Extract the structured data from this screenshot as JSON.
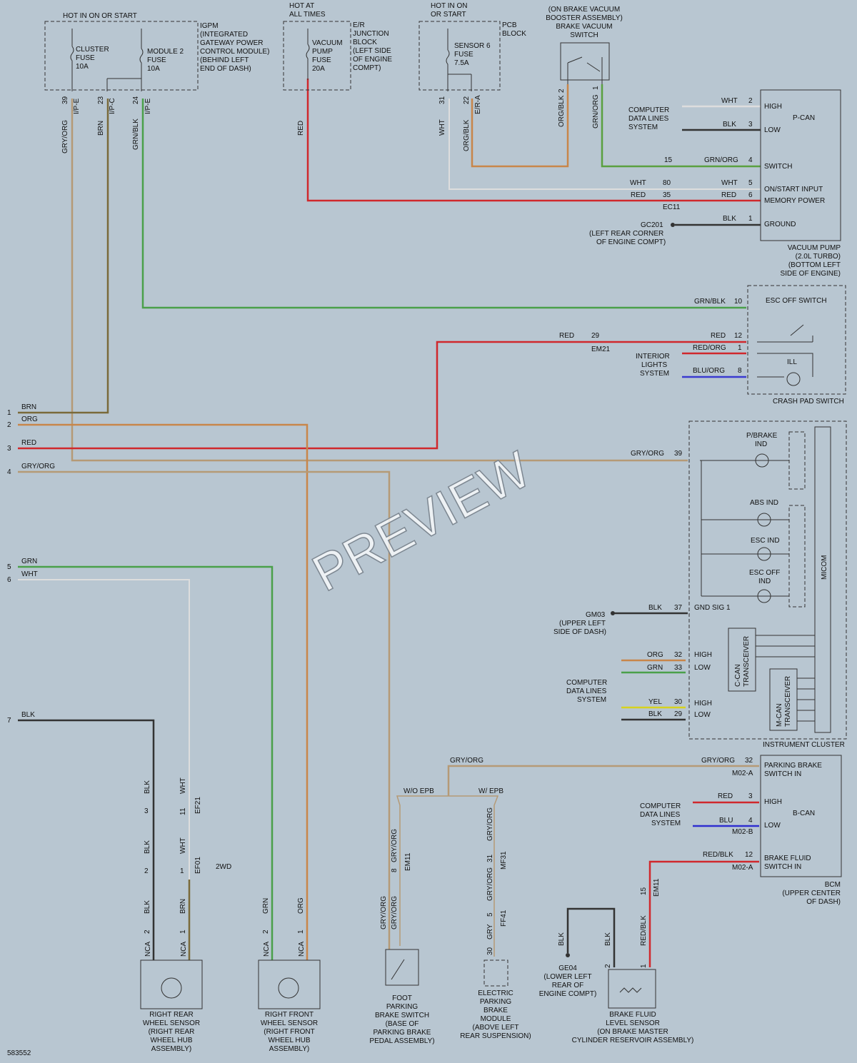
{
  "image_id": "583552",
  "watermark": "PREVIEW",
  "colors": {
    "background": "#b8c6d1",
    "red": "#d0282c",
    "orange": "#c8864a",
    "green": "#4aa04a",
    "brown": "#7a6a3a",
    "black": "#333333",
    "white": "#dddddd",
    "blue": "#2f2fd0",
    "yellow": "#d6d21e",
    "gray_orange": "#b59a76",
    "gray": "#999999"
  },
  "components": {
    "igpm": [
      "IGPM",
      "(INTEGRATED",
      "GATEWAY POWER",
      "CONTROL MODULE)",
      "(BEHIND LEFT",
      "END OF DASH)"
    ],
    "igpm_power": "HOT IN ON OR START",
    "cluster_fuse": [
      "CLUSTER",
      "FUSE",
      "10A"
    ],
    "module2_fuse": [
      "MODULE 2",
      "FUSE",
      "10A"
    ],
    "er_block": [
      "E/R",
      "JUNCTION",
      "BLOCK",
      "(LEFT SIDE",
      "OF ENGINE",
      "COMPT)"
    ],
    "er_power": [
      "HOT AT",
      "ALL TIMES"
    ],
    "vacuum_fuse": [
      "VACUUM",
      "PUMP",
      "FUSE",
      "20A"
    ],
    "pcb_block": [
      "PCB",
      "BLOCK"
    ],
    "pcb_power": [
      "HOT IN ON",
      "OR START"
    ],
    "sensor6_fuse": [
      "SENSOR 6",
      "FUSE",
      "7.5A"
    ],
    "vacuum_switch": [
      "(ON BRAKE VACUUM",
      "BOOSTER ASSEMBLY)",
      "BRAKE VACUUM",
      "SWITCH"
    ],
    "vacuum_pump": [
      "VACUUM PUMP",
      "(2.0L TURBO)",
      "(BOTTOM LEFT",
      "SIDE OF ENGINE)"
    ],
    "vacuum_pump_pins": [
      "HIGH",
      "LOW",
      "P-CAN",
      "SWITCH",
      "ON/START INPUT",
      "MEMORY POWER",
      "GROUND"
    ],
    "computer_data_lines": [
      "COMPUTER",
      "DATA LINES",
      "SYSTEM"
    ],
    "gc201": [
      "GC201",
      "(LEFT REAR CORNER",
      "OF ENGINE COMPT)"
    ],
    "esc_off_switch": "ESC OFF SWITCH",
    "ill": "ILL",
    "crash_pad_switch": "CRASH PAD SWITCH",
    "interior_lights": [
      "INTERIOR",
      "LIGHTS",
      "SYSTEM"
    ],
    "pbrake_ind": [
      "P/BRAKE",
      "IND"
    ],
    "abs_ind": "ABS IND",
    "esc_ind": "ESC IND",
    "esc_off_ind": [
      "ESC OFF",
      "IND"
    ],
    "micom": "MICOM",
    "gnd_sig": "GND SIG 1",
    "gm03": [
      "GM03",
      "(UPPER LEFT",
      "SIDE OF DASH)"
    ],
    "c_can": [
      "C-CAN",
      "TRANSCEIVER"
    ],
    "m_can": [
      "M-CAN",
      "TRANSCEIVER"
    ],
    "high": "HIGH",
    "low": "LOW",
    "instrument_cluster": "INSTRUMENT CLUSTER",
    "parking_brake_switch_in": [
      "PARKING BRAKE",
      "SWITCH IN"
    ],
    "b_can": "B-CAN",
    "brake_fluid_switch_in": [
      "BRAKE FLUID",
      "SWITCH IN"
    ],
    "bcm": [
      "BCM",
      "(UPPER CENTER",
      "OF DASH)"
    ],
    "wo_epb": "W/O EPB",
    "w_epb": "W/ EPB",
    "two_wd": "2WD",
    "nca": "NCA",
    "rr_sensor": [
      "RIGHT REAR",
      "WHEEL SENSOR",
      "(RIGHT REAR",
      "WHEEL HUB",
      "ASSEMBLY)"
    ],
    "rf_sensor": [
      "RIGHT FRONT",
      "WHEEL SENSOR",
      "(RIGHT FRONT",
      "WHEEL HUB",
      "ASSEMBLY)"
    ],
    "foot_brake": [
      "FOOT",
      "PARKING",
      "BRAKE SWITCH",
      "(BASE OF",
      "PARKING BRAKE",
      "PEDAL ASSEMBLY)"
    ],
    "epb_module": [
      "ELECTRIC",
      "PARKING",
      "BRAKE",
      "MODULE",
      "(ABOVE LEFT",
      "REAR SUSPENSION)"
    ],
    "ge04": [
      "GE04",
      "(LOWER LEFT",
      "REAR OF",
      "ENGINE COMPT)"
    ],
    "brake_fluid_sensor": [
      "BRAKE FLUID",
      "LEVEL SENSOR",
      "(ON BRAKE MASTER",
      "CYLINDER RESERVOIR ASSEMBLY)"
    ]
  },
  "connectors": {
    "ipe": "I/P-E",
    "ipc": "I/P-C",
    "era": "E/R-A",
    "ec11": "EC11",
    "em21": "EM21",
    "ef21": "EF21",
    "ef01": "EF01",
    "em11": "EM11",
    "mf31": "MF31",
    "ff41": "FF41",
    "m02a": "M02-A",
    "m02b": "M02-B"
  },
  "left_wires": [
    {
      "num": "1",
      "label": "BRN"
    },
    {
      "num": "2",
      "label": "ORG"
    },
    {
      "num": "3",
      "label": "RED"
    },
    {
      "num": "4",
      "label": "GRY/ORG"
    },
    {
      "num": "5",
      "label": "GRN"
    },
    {
      "num": "6",
      "label": "WHT"
    },
    {
      "num": "7",
      "label": "BLK"
    }
  ],
  "wire_labels": {
    "gry_org": "GRY/ORG",
    "brn": "BRN",
    "grn_blk": "GRN/BLK",
    "red": "RED",
    "wht": "WHT",
    "org_blk": "ORG/BLK",
    "grn_org": "GRN/ORG",
    "blk": "BLK",
    "red_org": "RED/ORG",
    "blu_org": "BLU/ORG",
    "org": "ORG",
    "grn": "GRN",
    "yel": "YEL",
    "blu": "BLU",
    "red_blk": "RED/BLK",
    "gry": "GRY"
  },
  "pins": {
    "p39": "39",
    "p23": "23",
    "p24": "24",
    "p31": "31",
    "p22": "22",
    "p2": "2",
    "p1": "1",
    "p3": "3",
    "p4": "4",
    "p15": "15",
    "p80": "80",
    "p35": "35",
    "p5": "5",
    "p6": "6",
    "p10": "10",
    "p29": "29",
    "p12": "12",
    "p8": "8",
    "p37": "37",
    "p32": "32",
    "p33": "33",
    "p30": "30",
    "p11": "11"
  }
}
